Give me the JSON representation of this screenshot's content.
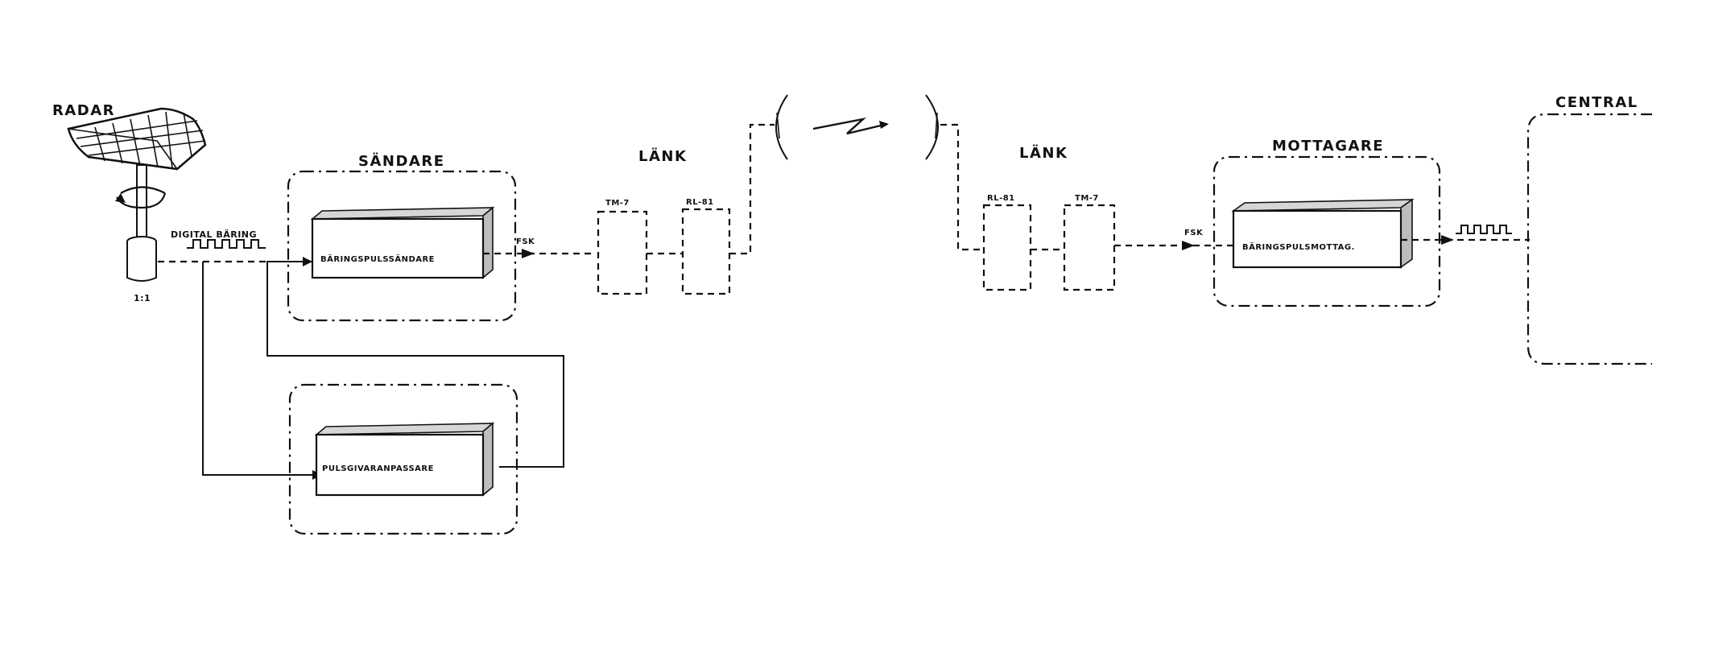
{
  "labels": {
    "radar": "RADAR",
    "ratio": "1:1",
    "digital_bearing": "DIGITAL BÄRING",
    "transmitter": "SÄNDARE",
    "transmitter_block": "BÄRINGSPULSSÄNDARE",
    "fsk_tx": "FSK",
    "link_left": "LÄNK",
    "tm7_left": "TM-7",
    "rl81_left": "RL-81",
    "link_right": "LÄNK",
    "rl81_right": "RL-81",
    "tm7_right": "TM-7",
    "fsk_rx": "FSK",
    "receiver": "MOTTAGARE",
    "receiver_block": "BÄRINGSPULSMOTTAG.",
    "central": "CENTRAL",
    "adapter_block": "PULSGIVARANPASSARE"
  }
}
